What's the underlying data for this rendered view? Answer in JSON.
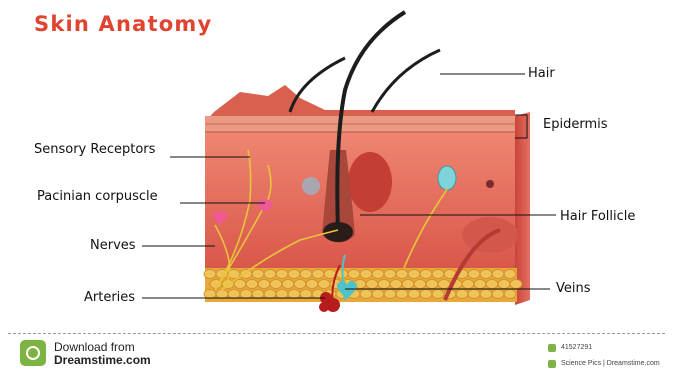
{
  "title": "Skin Anatomy",
  "labels": {
    "hair": "Hair",
    "epidermis": "Epidermis",
    "sensory_receptors": "Sensory Receptors",
    "pacinian_corpuscle": "Pacinian corpuscle",
    "hair_follicle": "Hair Follicle",
    "nerves": "Nerves",
    "arteries": "Arteries",
    "veins": "Veins"
  },
  "footer": {
    "download_from": "Download from",
    "site": "Dreamstime.com",
    "image_id": "41527291",
    "credit": "Science Pics | Dreamstime.com"
  },
  "colors": {
    "title": "#e0432f",
    "dermis": "#e6705f",
    "epidermis": "#e89a82",
    "fat": "#e8a93a",
    "hair": "#1d1d1d",
    "nerve": "#e8c53a",
    "artery": "#b71c1c",
    "vein": "#4fc3c7",
    "logo": "#7cb342"
  }
}
